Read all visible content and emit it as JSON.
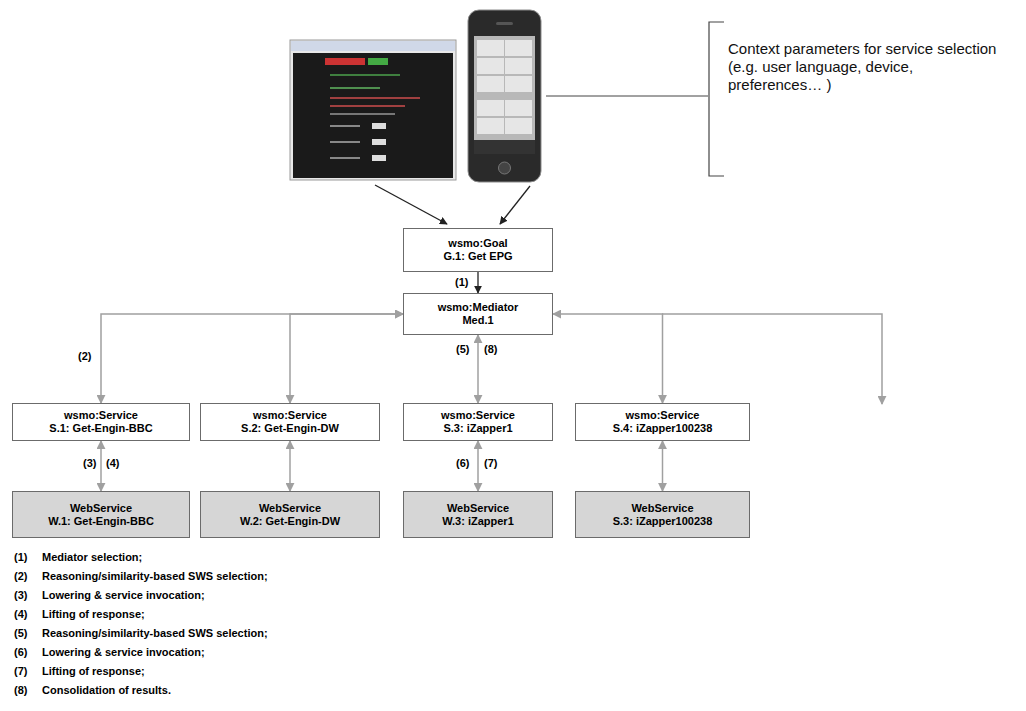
{
  "diagram": {
    "nodes": [
      {
        "text": [
          "wsmo:Goal",
          "G.1: Get EPG"
        ]
      },
      {
        "text": [
          "wsmo:Mediator",
          "Med.1"
        ]
      },
      {
        "text": [
          "wsmo:Service",
          "S.1: Get-Engin-BBC"
        ]
      },
      {
        "text": [
          "wsmo:Service",
          "S.2: Get-Engin-DW"
        ]
      },
      {
        "text": [
          "wsmo:Service",
          "S.3: iZapper1"
        ]
      },
      {
        "text": [
          "wsmo:Service",
          "S.4: iZapper100238"
        ]
      },
      {
        "text": [
          "WebService",
          "W.1: Get-Engin-BBC"
        ]
      },
      {
        "text": [
          "WebService",
          "W.2: Get-Engin-DW"
        ]
      },
      {
        "text": [
          "WebService",
          "W.3: iZapper1"
        ]
      },
      {
        "text": [
          "WebService",
          "S.3: iZapper100238"
        ]
      }
    ],
    "edges": [
      {
        "from": 0,
        "to": 1,
        "arrow": "to",
        "label": "(1)"
      },
      {
        "from": 1,
        "to": 2,
        "arrow": "both",
        "label": "(2)"
      },
      {
        "from": 1,
        "to": 3,
        "arrow": "both"
      },
      {
        "from": 1,
        "to": 4,
        "arrow": "both",
        "label": "(5)"
      },
      {
        "from": 1,
        "to": 5,
        "arrow": "both"
      },
      {
        "from": 2,
        "to": 6,
        "arrow": "both",
        "label": "(3)"
      },
      {
        "from": 3,
        "to": 7,
        "arrow": "both"
      },
      {
        "from": 4,
        "to": 8,
        "arrow": "both",
        "label": "(6)"
      },
      {
        "from": 5,
        "to": 9,
        "arrow": "both"
      }
    ],
    "labels": [
      "Context parameters for service selection (e.g. user language, device, preferences… )",
      "(4)",
      "(7)",
      "(8)",
      "(1)",
      "Mediator selection;",
      "(2)",
      "Reasoning/similarity-based SWS selection;",
      "(3)",
      "Lowering & service invocation;",
      "(4)",
      "Lifting of response;",
      "(5)",
      "Reasoning/similarity-based SWS selection;",
      "(6)",
      "Lowering & service invocation;",
      "(7)",
      "Lifting of response;",
      "(8)",
      "Consolidation of results."
    ]
  }
}
